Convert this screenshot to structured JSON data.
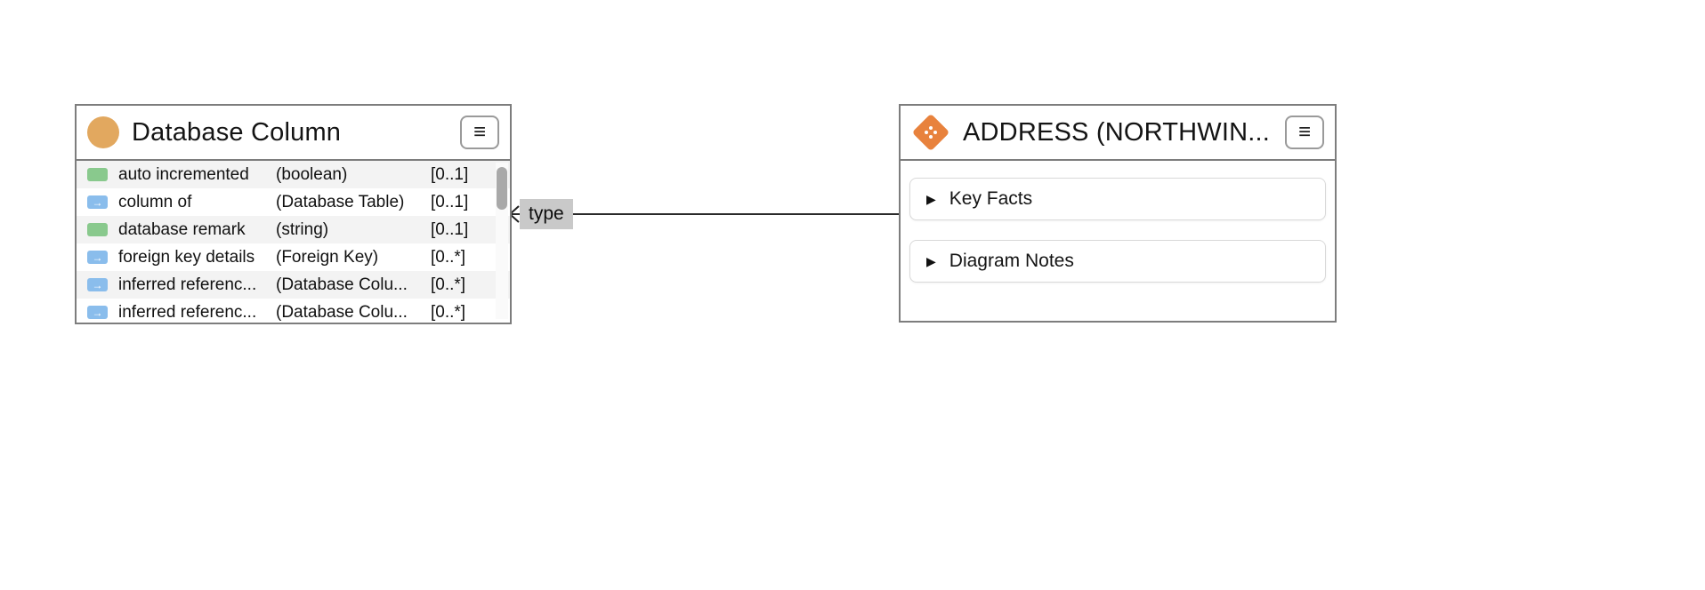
{
  "diagram": {
    "left_node": {
      "title": "Database Column",
      "icon": "class-circle-icon",
      "menu_icon": "≡",
      "properties": [
        {
          "kind": "attribute",
          "name": "auto incremented",
          "type": "(boolean)",
          "cardinality": "[0..1]"
        },
        {
          "kind": "relation",
          "name": "column of",
          "type": "(Database Table)",
          "cardinality": "[0..1]"
        },
        {
          "kind": "attribute",
          "name": "database remark",
          "type": "(string)",
          "cardinality": "[0..1]"
        },
        {
          "kind": "relation",
          "name": "foreign key details",
          "type": "(Foreign Key)",
          "cardinality": "[0..*]"
        },
        {
          "kind": "relation",
          "name": "inferred referenc...",
          "type": "(Database Colu...",
          "cardinality": "[0..*]"
        },
        {
          "kind": "relation",
          "name": "inferred referenc...",
          "type": "(Database Colu...",
          "cardinality": "[0..*]"
        }
      ]
    },
    "right_node": {
      "title": "ADDRESS (NORTHWIN...",
      "icon": "instance-diamond-icon",
      "menu_icon": "≡",
      "expander_icon": "▶",
      "sections": [
        {
          "label": "Key Facts"
        },
        {
          "label": "Diagram Notes"
        }
      ]
    },
    "edge": {
      "label": "type",
      "arrow_icon": "chevron-left"
    },
    "relation_arrow": "→",
    "colors": {
      "class_icon": "#e2a85f",
      "instance_icon": "#e8823d",
      "attribute_chip": "#89c98d",
      "relation_chip": "#8abdec",
      "edge_label_bg": "#c9c9c9",
      "node_border": "#7d7d7d"
    }
  }
}
